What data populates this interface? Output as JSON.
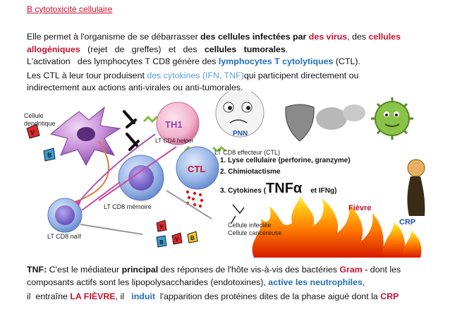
{
  "colors": {
    "red": "#c8102e",
    "blue": "#1f6fb8",
    "light_blue": "#5aa0d8",
    "purple": "#8e44ad",
    "green": "#6db33f"
  },
  "heading": "B cytotoxicité cellulaire",
  "p1": {
    "l1_a": "Elle permet à  l'organisme de se débarrasser ",
    "l1_b": "des cellules  infectées par ",
    "l1_c": "des virus",
    "l1_d": ", des   ",
    "l1_e": "cellules",
    "l2_a": "allogéniques",
    "l2_b": "   (rejet   de   greffes)   et   des   ",
    "l2_c": "cellules   tumorales",
    "l2_d": ".",
    "l3_a": "L'activation   des lymphocytes T CD8 génère des ",
    "l3_b": "lymphocytes T cytolytiques",
    "l3_c": " (CTL)."
  },
  "p2": {
    "l1_a": "Les CTL à leur tour produisent ",
    "l1_b": "des cytokines (IFN, TNF)",
    "l1_c": "qui participent directement ou",
    "l2": "indirectement aux actions anti-virales ou anti-tumorales."
  },
  "diagram": {
    "dendritic_label": "Cellule\ndendritique",
    "th1": "TH1",
    "cd4_label": "LT CD4 helper",
    "pnn": "PNN",
    "effector_label": "LT CD8 effecteur (CTL)",
    "ctl": "CTL",
    "item1": "1.    Lyse cellulaire (perforine, granzyme)",
    "item2": "2.    Chimiotactisme",
    "item3_prefix": "3.    Cytokines (",
    "item3_big": "TNFα",
    "item3_suffix": "et IFNg)",
    "memory_label": "LT CD8 mémoire",
    "naive_label": "LT CD8 naïf",
    "infected_label": "Cellule infectée",
    "cancer_label": "Cellule cancéreuse",
    "fever": "Fièvre",
    "crp": "CRP",
    "letter_v": "V",
    "letter_b": "B"
  },
  "p3": {
    "l1_a": "TNF:",
    "l1_b": " C'est le médiateur ",
    "l1_c": "principal",
    "l1_d": " des réponses de l'hôte vis-à-vis des bactéries ",
    "l1_e": "Gram -",
    "l1_f": " dont les",
    "l2_a": "composants actifs sont les lipopolysaccharides (endotoxines), ",
    "l2_b": "active les neutrophiles",
    "l2_c": ",",
    "l3_a": "il  entraîne ",
    "l3_b": "LA FIÈVRE",
    "l3_c": ", il   ",
    "l3_d": "induit",
    "l3_e": "  l'apparition des protéines dites de la phase aiguë dont la ",
    "l3_f": "CRP"
  }
}
